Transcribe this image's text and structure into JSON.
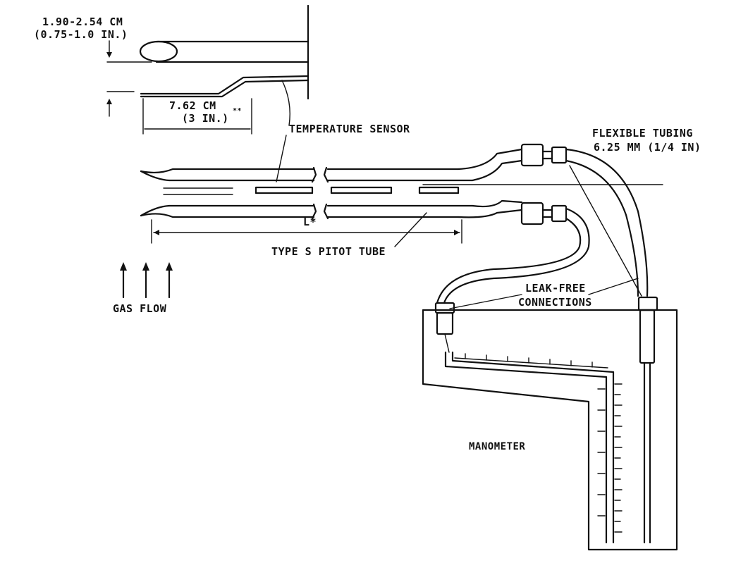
{
  "labels": {
    "dimension_diameter_metric": "1.90-2.54 CM",
    "dimension_diameter_imperial": "(0.75-1.0 IN.)",
    "dimension_length_metric": "7.62 CM",
    "dimension_length_imperial": "(3 IN.)",
    "dimension_length_note": "**",
    "temperature_sensor": "TEMPERATURE SENSOR",
    "flexible_tubing_line1": "FLEXIBLE TUBING",
    "flexible_tubing_line2": "6.25 MM (1/4 IN)",
    "length_marker": "L*",
    "pitot_tube": "TYPE S PITOT TUBE",
    "gas_flow": "GAS FLOW",
    "leak_free_line1": "LEAK-FREE",
    "leak_free_line2": "CONNECTIONS",
    "manometer": "MANOMETER"
  },
  "colors": {
    "ink": "#111111",
    "paper": "#ffffff"
  }
}
